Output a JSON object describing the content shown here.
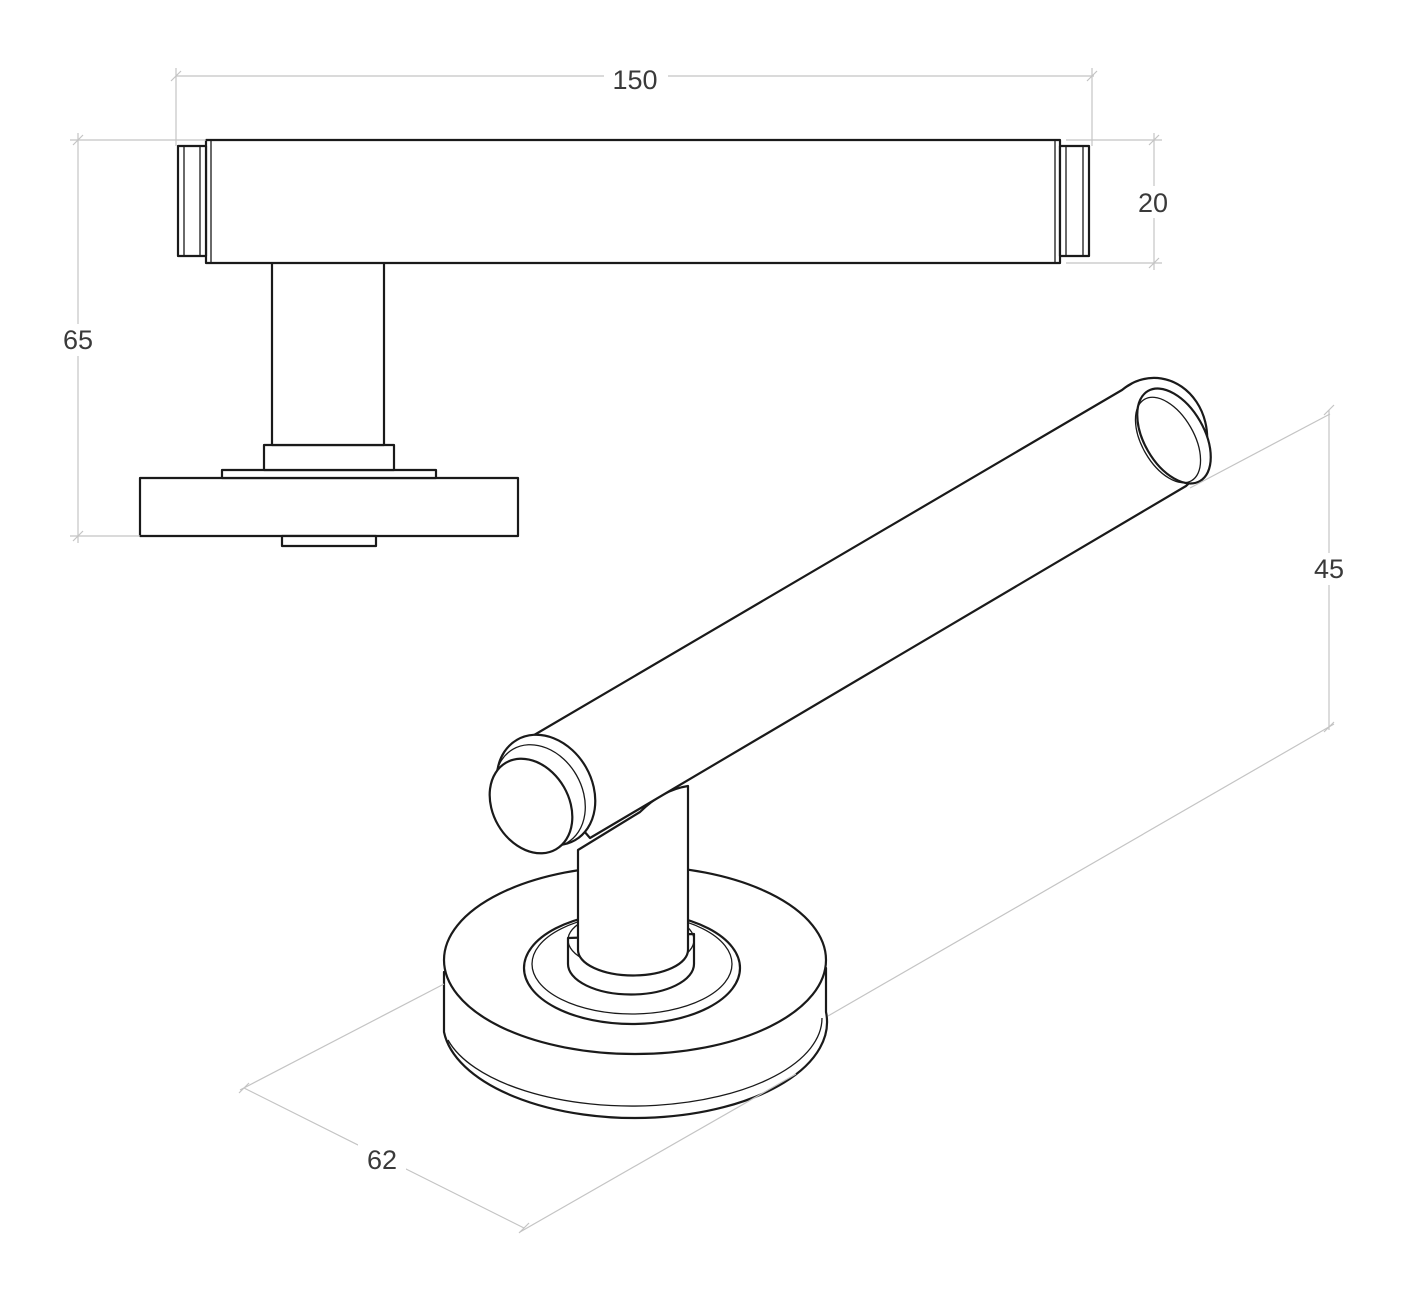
{
  "dimensions": {
    "length": "150",
    "diameter": "20",
    "projection_front": "65",
    "projection_iso": "45",
    "rose_diameter": "62"
  },
  "colors": {
    "line": "#1a1a1a",
    "dimension": "#c4c4c4",
    "text": "#3a3a3a",
    "background": "#ffffff"
  }
}
